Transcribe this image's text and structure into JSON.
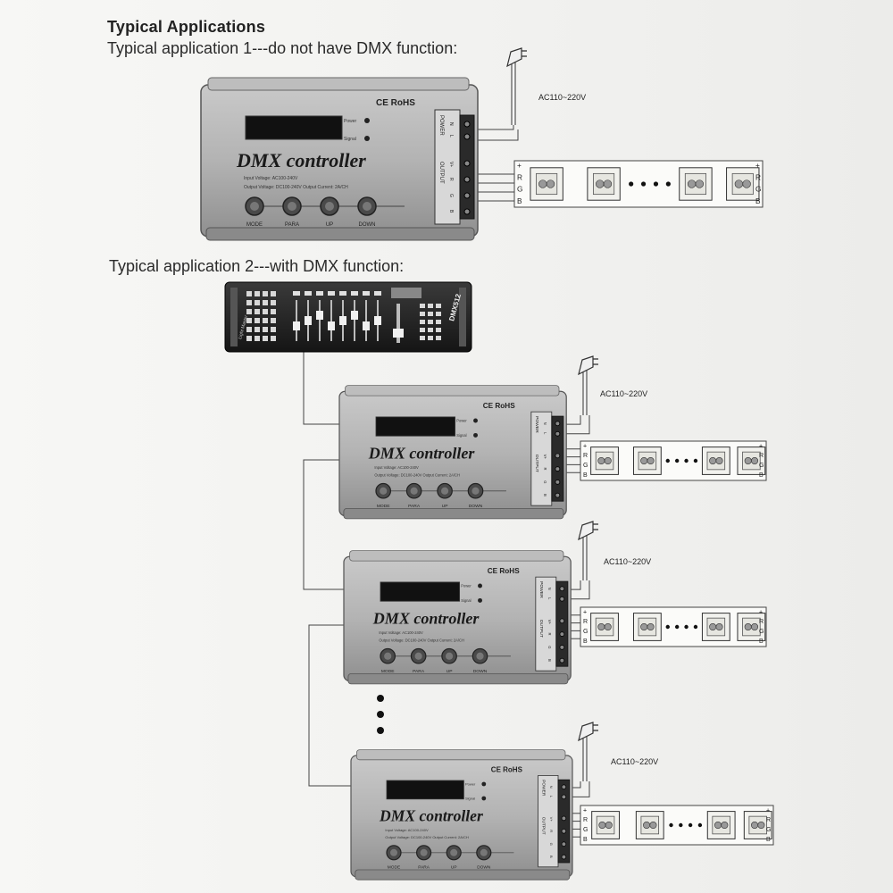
{
  "heading": "Typical Applications",
  "app1_title": "Typical application 1---do not have DMX function:",
  "app2_title": "Typical application 2---with DMX function:",
  "power_label": "AC110~220V",
  "controller": {
    "name": "DMX controller",
    "cert": "CE RoHS",
    "indicator_power": "Power",
    "indicator_signal": "Signal",
    "spec_input": "Input Voltage: AC100-240V",
    "spec_output": "Output Voltage: DC100-240V Output Current: 2A/CH",
    "buttons": [
      "MODE",
      "PARA",
      "UP",
      "DOWN"
    ],
    "terminal_power": "POWER",
    "terminal_output": "OUTPUT",
    "power_pins": [
      "N",
      "L"
    ],
    "output_pins": [
      "V+",
      "R",
      "G",
      "B"
    ]
  },
  "strip": {
    "left_pins": [
      "B",
      "G",
      "R",
      "+"
    ],
    "right_pins": [
      "B",
      "G",
      "R",
      "+"
    ]
  },
  "console": {
    "name": "DMX512",
    "brand": "Light Master"
  },
  "continuation": "•\n•\n•"
}
